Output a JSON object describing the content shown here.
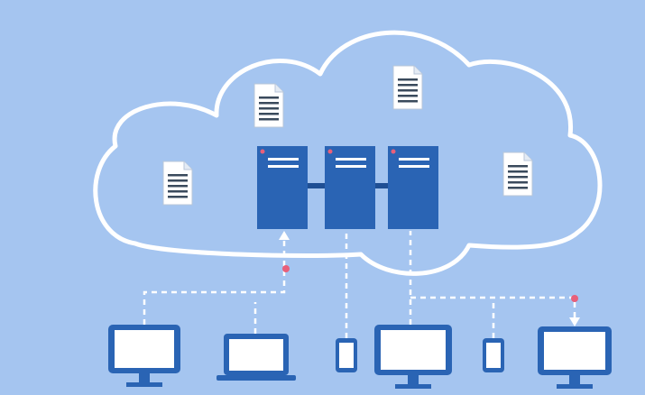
{
  "colors": {
    "background": "#a5c5f0",
    "cloud_outline": "#ffffff",
    "server_fill": "#2a64b4",
    "server_dark": "#1f4f94",
    "server_lines": "#ffffff",
    "server_led": "#e8607a",
    "document_fill": "#ffffff",
    "document_lines": "#3a4a5c",
    "connector": "#ffffff",
    "connector_dot": "#e8607a",
    "device_frame": "#2a64b4",
    "device_screen": "#ffffff"
  },
  "diagram": {
    "cloud": {
      "shape": "cloud",
      "outline": "white"
    },
    "servers": [
      {
        "id": "server-1",
        "icon": "server-icon"
      },
      {
        "id": "server-2",
        "icon": "server-icon"
      },
      {
        "id": "server-3",
        "icon": "server-icon"
      }
    ],
    "documents": [
      {
        "id": "document-1",
        "icon": "document-icon"
      },
      {
        "id": "document-2",
        "icon": "document-icon"
      },
      {
        "id": "document-3",
        "icon": "document-icon"
      },
      {
        "id": "document-4",
        "icon": "document-icon"
      }
    ],
    "devices": [
      {
        "id": "device-desktop-1",
        "kind": "desktop",
        "icon": "desktop-monitor-icon"
      },
      {
        "id": "device-laptop",
        "kind": "laptop",
        "icon": "laptop-icon"
      },
      {
        "id": "device-phone-1",
        "kind": "phone",
        "icon": "smartphone-icon"
      },
      {
        "id": "device-desktop-2",
        "kind": "desktop",
        "icon": "desktop-monitor-icon"
      },
      {
        "id": "device-phone-2",
        "kind": "phone",
        "icon": "smartphone-icon"
      },
      {
        "id": "device-desktop-3",
        "kind": "desktop",
        "icon": "desktop-monitor-icon"
      }
    ],
    "connections": [
      {
        "from": "device-desktop-1",
        "to": "server-1",
        "style": "dashed",
        "arrow": "up",
        "dot": true
      },
      {
        "from": "device-laptop",
        "to": "server-1",
        "style": "dashed",
        "arrow": "none",
        "dot": false
      },
      {
        "from": "device-phone-1",
        "to": "server-2",
        "style": "dashed",
        "arrow": "none",
        "dot": false
      },
      {
        "from": "device-desktop-2",
        "to": "server-3",
        "style": "dashed",
        "arrow": "none",
        "dot": false
      },
      {
        "from": "device-phone-2",
        "to": "server-3",
        "style": "dashed",
        "arrow": "none",
        "dot": false
      },
      {
        "from": "server-3",
        "to": "device-desktop-3",
        "style": "dashed",
        "arrow": "down",
        "dot": true
      }
    ]
  }
}
